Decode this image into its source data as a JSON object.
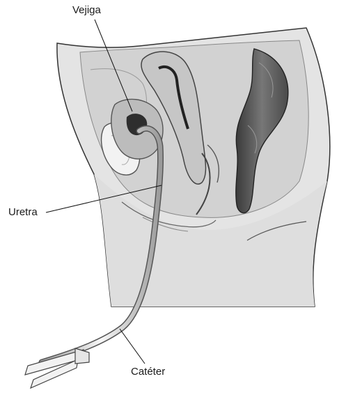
{
  "labels": {
    "bladder": "Vejiga",
    "urethra": "Uretra",
    "catheter": "Catéter"
  }
}
